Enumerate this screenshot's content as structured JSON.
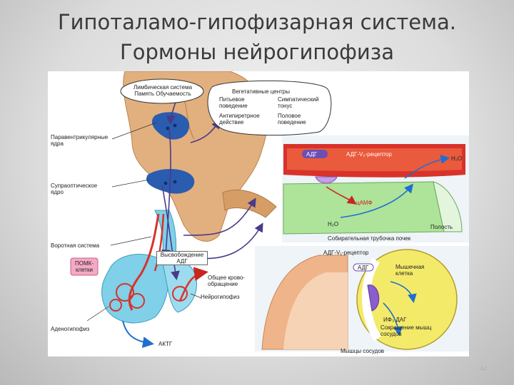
{
  "slide": {
    "title_line1": "Гипоталамо-гипофизарная система.",
    "title_line2": "Гормоны нейрогипофиза",
    "page_number": "44"
  },
  "labels": {
    "limbic_line1": "Лимбическая система",
    "limbic_line2": "Память  Обучаемость",
    "vegetative_title": "Вегетативные центры",
    "drinking_line1": "Питьевое",
    "drinking_line2": "поведение",
    "sympathetic_line1": "Симпатический",
    "sympathetic_line2": "тонус",
    "antipyretic_line1": "Антипиретрное",
    "antipyretic_line2": "действие",
    "sexual_line1": "Половое",
    "sexual_line2": "поведение",
    "paraventricular_line1": "Паравентрикулярные",
    "paraventricular_line2": "ядра",
    "supraoptic_line1": "Супраоптическое",
    "supraoptic_line2": "ядро",
    "portal_system": "Воротная система",
    "pomc_line1": "ПОМК-",
    "pomc_line2": "клетки",
    "adh_release_line1": "Высвобождение",
    "adh_release_line2": "АДГ",
    "circulation_line1": "Общее крово-",
    "circulation_line2": "обращение",
    "neurohypophysis": "Нейрогипофиз",
    "adenohypophysis": "Аденогипофиз",
    "acth": "АКТГ",
    "adh_tag": "АДГ",
    "adh_v2": "АДГ-V₂-рецептор",
    "h2o_right": "H₂O",
    "camp": "цАМФ",
    "h2o_left": "H₂O",
    "lumen": "Полость",
    "collecting_duct": "Собирательная трубочка почек",
    "adh_v1": "АДГ-V₁-рецептор",
    "adh_tag2": "АДГ",
    "muscle_cell_line1": "Мышечная",
    "muscle_cell_line2": "клетка",
    "ip3_dag": "ИФ₃ ДАГ",
    "contraction_line1": "Сокращение мышц",
    "contraction_line2": "сосудов",
    "vessel_muscles": "Мышцы сосудов"
  },
  "colors": {
    "brain_tan": "#e2b07e",
    "pituitary_blue": "#7fd0e8",
    "nucleus_blue": "#2a5cb0",
    "vessel_red": "#d8322a",
    "duct_green": "#aee39a",
    "ring_yellow": "#f4ea6a",
    "arrow_blue": "#1f6fd0",
    "pomc_pink": "#f4a9c4"
  }
}
